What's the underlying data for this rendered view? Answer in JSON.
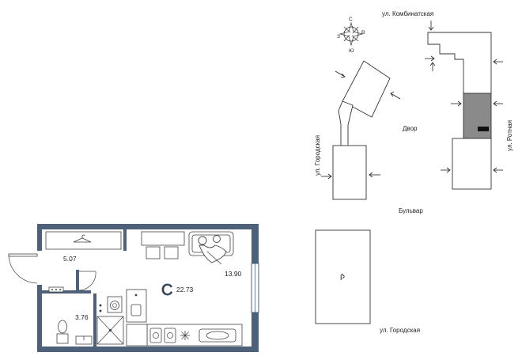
{
  "plan": {
    "title": "",
    "areas": {
      "hall": "5.07",
      "bathroom": "3.76",
      "studio": "22.73",
      "kitchen_zone": "13.90"
    },
    "studio_marker": "С"
  },
  "site": {
    "compass": {
      "n": "С",
      "e": "В",
      "s": "Ю",
      "w": "З"
    },
    "streets": {
      "kombinatskaya": "ул. Комбинатская",
      "gorodskaya_left": "ул. Городская",
      "rotnaya": "ул. Ротная",
      "gorodskaya_bottom": "ул. Городская"
    },
    "labels": {
      "courtyard": "Двор",
      "boulevard": "Бульвар",
      "parking": "P̂"
    }
  },
  "colors": {
    "wall": "#4d617a",
    "highlight": "#8a8a8a",
    "ink": "#222222"
  }
}
